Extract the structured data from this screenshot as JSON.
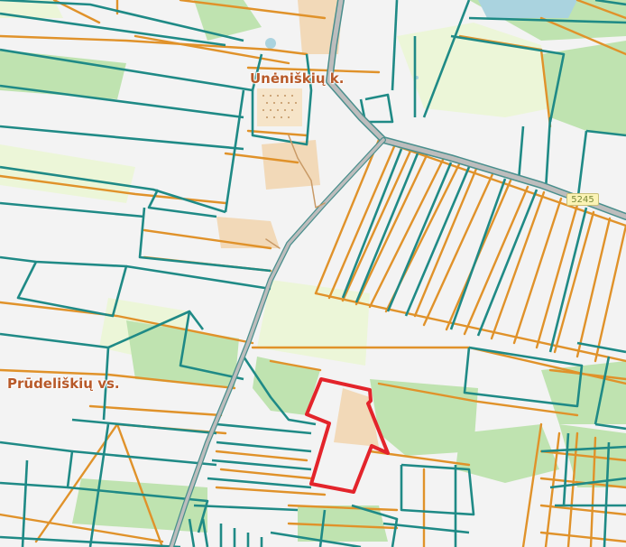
{
  "map": {
    "labels": {
      "village": "Unėniškių k.",
      "district": "Prūdeliškių vs.",
      "road_number": "5245"
    },
    "colors": {
      "background": "#f3f3f3",
      "forest": "#bfe3b0",
      "meadow": "#ecf6d8",
      "settlement": "#f2d9b8",
      "water": "#aad3df",
      "parcel_teal": "#1f8a86",
      "parcel_orange": "#e0922a",
      "road_casing": "#4a8f8d",
      "road_fill": "#bdbdbd",
      "selected_parcel": "#e3242b"
    },
    "selected_parcel": {
      "highlighted": true
    }
  }
}
